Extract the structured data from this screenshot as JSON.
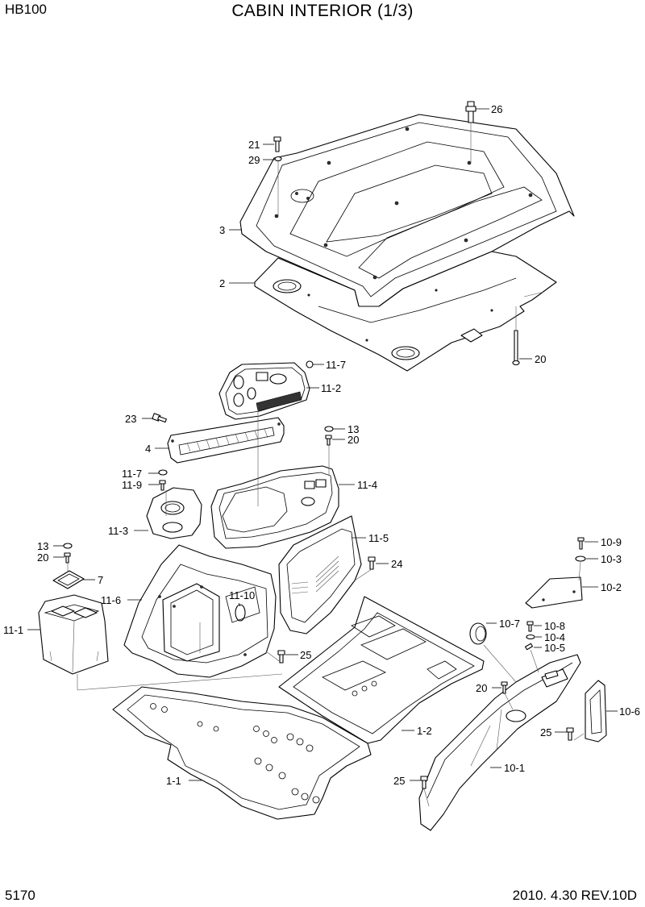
{
  "header": {
    "model": "HB100",
    "title": "CABIN INTERIOR (1/3)"
  },
  "footer": {
    "page_number": "5170",
    "revision": "2010. 4.30  REV.10D"
  },
  "callouts": {
    "c26": "26",
    "c21": "21",
    "c29": "29",
    "c3": "3",
    "c2": "2",
    "c20_roof": "20",
    "c11_7a": "11-7",
    "c11_2": "11-2",
    "c23": "23",
    "c4": "4",
    "c13a": "13",
    "c20b": "20",
    "c11_7b": "11-7",
    "c11_9": "11-9",
    "c11_4": "11-4",
    "c11_3": "11-3",
    "c11_5": "11-5",
    "c13b": "13",
    "c20c": "20",
    "c7": "7",
    "c24": "24",
    "c11_6": "11-6",
    "c11_10": "11-10",
    "c11_1": "11-1",
    "c25a": "25",
    "c1_2": "1-2",
    "c1_1": "1-1",
    "c10_9": "10-9",
    "c10_3": "10-3",
    "c10_2": "10-2",
    "c10_7": "10-7",
    "c10_8": "10-8",
    "c10_4": "10-4",
    "c10_5": "10-5",
    "c20d": "20",
    "c10_6": "10-6",
    "c25b": "25",
    "c10_1": "10-1",
    "c25c": "25"
  }
}
